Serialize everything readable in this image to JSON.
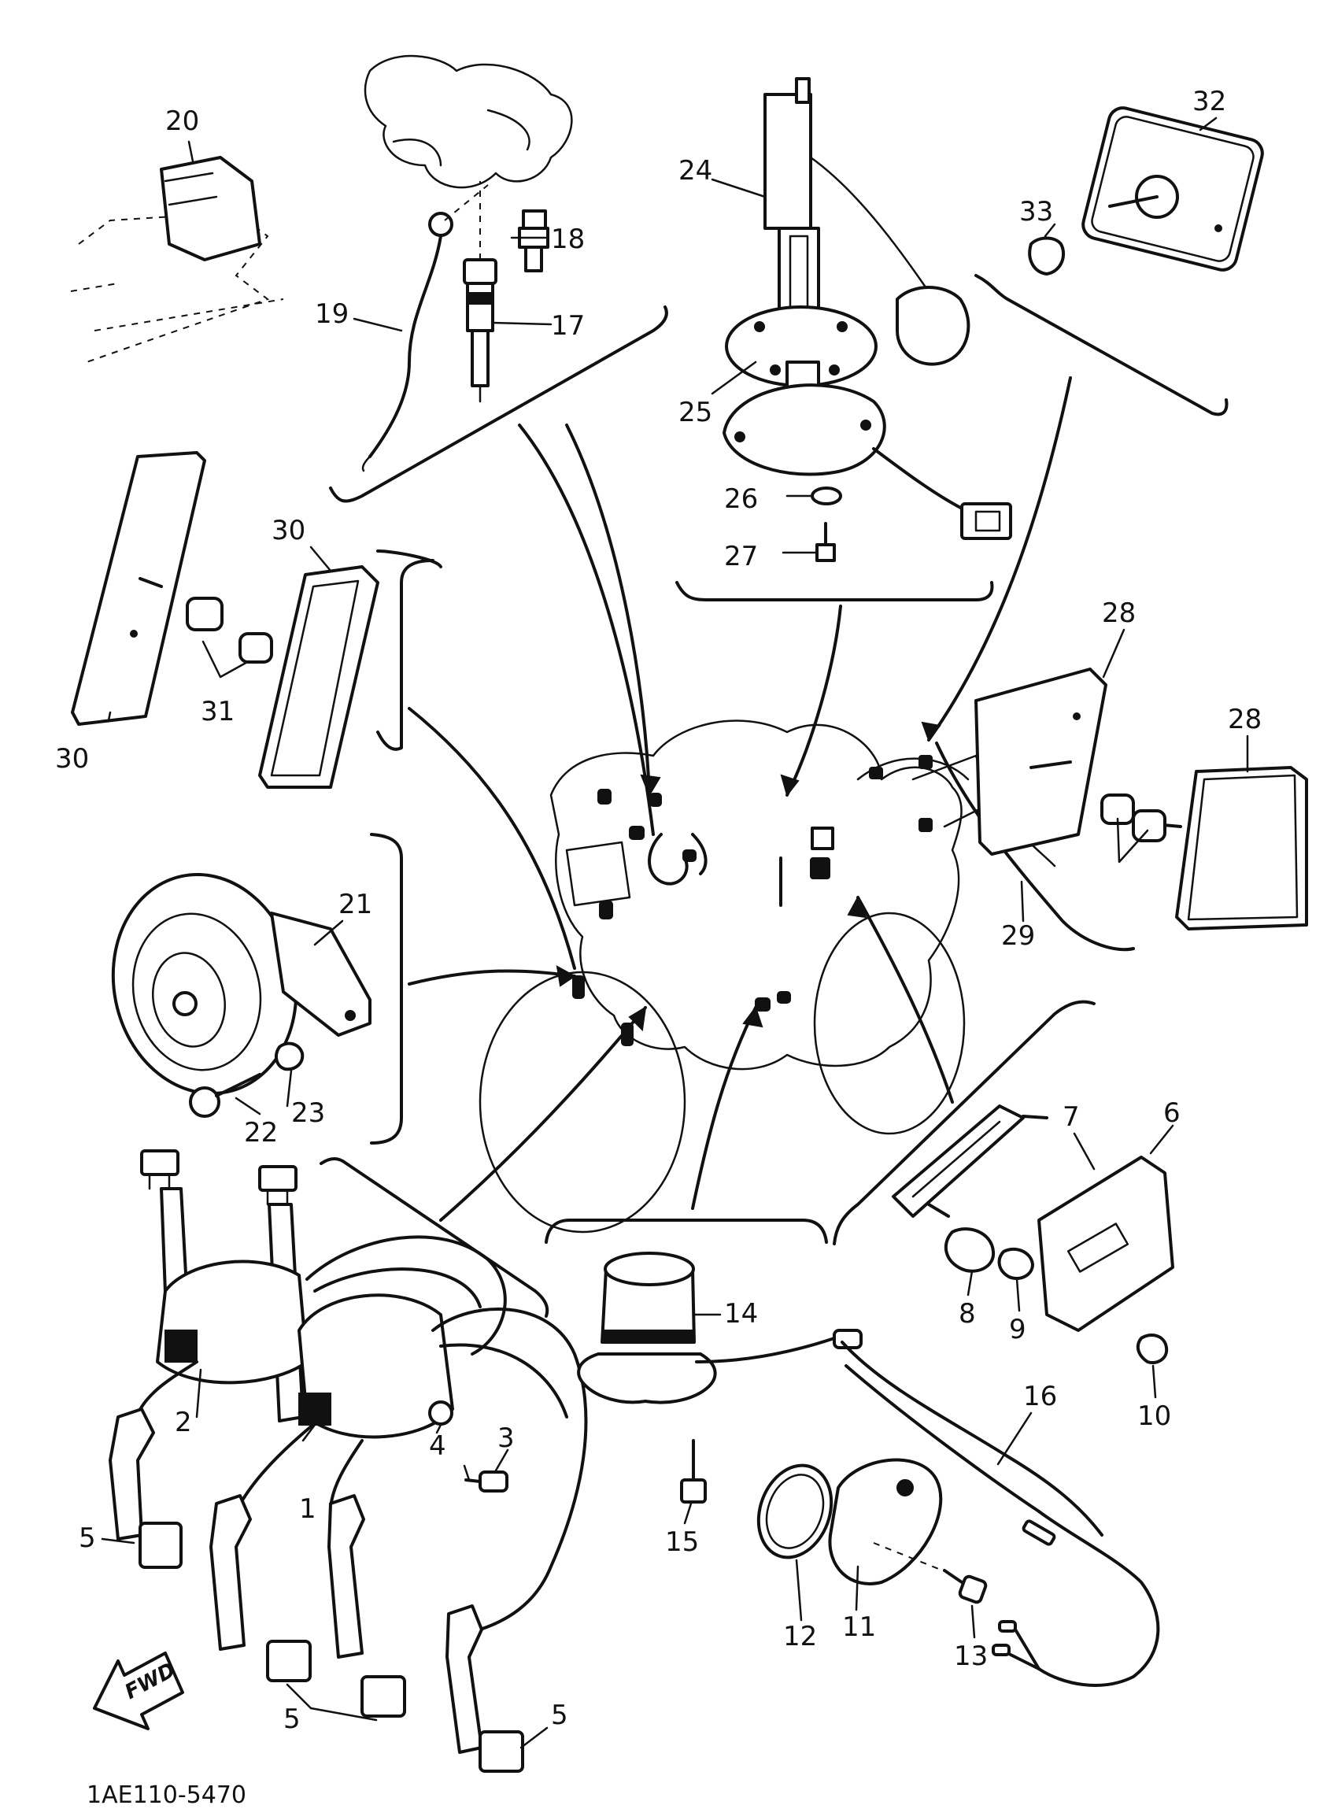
{
  "labels": {
    "l1": "1",
    "l2": "2",
    "l3": "3",
    "l4": "4",
    "l5a": "5",
    "l5b": "5",
    "l5c": "5",
    "l6": "6",
    "l7": "7",
    "l8": "8",
    "l9": "9",
    "l10": "10",
    "l11": "11",
    "l12": "12",
    "l13": "13",
    "l14": "14",
    "l15": "15",
    "l16": "16",
    "l17": "17",
    "l18": "18",
    "l19": "19",
    "l20": "20",
    "l21": "21",
    "l22": "22",
    "l23": "23",
    "l24": "24",
    "l25": "25",
    "l26": "26",
    "l27": "27",
    "l28a": "28",
    "l28b": "28",
    "l29": "29",
    "l30a": "30",
    "l30b": "30",
    "l31": "31",
    "l32": "32",
    "l33": "33"
  },
  "fwd_arrow": "FWD",
  "drawing_code": "1AE110-5470"
}
